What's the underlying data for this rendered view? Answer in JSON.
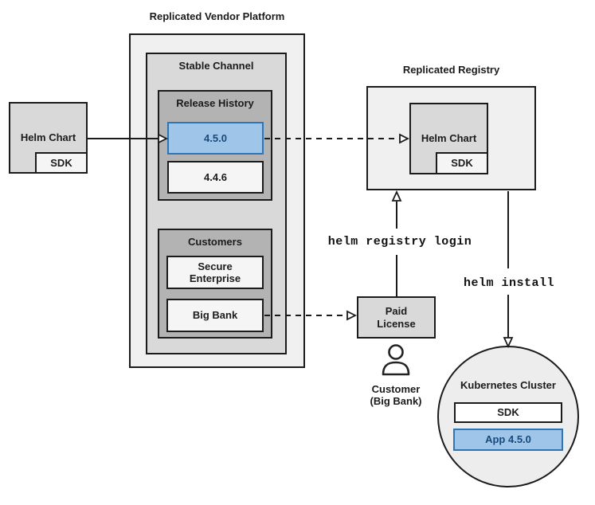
{
  "colors": {
    "highlight_fill": "#9fc5e8",
    "highlight_border": "#2e75b6",
    "highlight_text": "#17497e",
    "box_light_gray": "#f0f0f0",
    "box_medium_gray": "#d9d9d9",
    "box_dark_gray": "#b3b3b3",
    "line_color": "#1b1b1b"
  },
  "platform": {
    "title": "Replicated Vendor Platform",
    "stable_channel": {
      "title": "Stable Channel",
      "release_history": {
        "title": "Release History",
        "releases": [
          {
            "version": "4.5.0",
            "highlighted": true
          },
          {
            "version": "4.4.6",
            "highlighted": false
          }
        ]
      },
      "customers": {
        "title": "Customers",
        "items": [
          {
            "name": "Secure Enterprise"
          },
          {
            "name": "Big Bank"
          }
        ]
      }
    }
  },
  "helm_chart_source": {
    "label": "Helm Chart",
    "sdk_label": "SDK"
  },
  "registry": {
    "title": "Replicated Registry",
    "helm_chart_label": "Helm Chart",
    "sdk_label": "SDK"
  },
  "paid_license": {
    "label": "Paid License"
  },
  "customer_persona": {
    "line1": "Customer",
    "line2": "(Big Bank)"
  },
  "commands": {
    "registry_login": "helm registry login",
    "install": "helm install"
  },
  "cluster": {
    "title": "Kubernetes Cluster",
    "sdk_label": "SDK",
    "app_label": "App 4.5.0"
  }
}
